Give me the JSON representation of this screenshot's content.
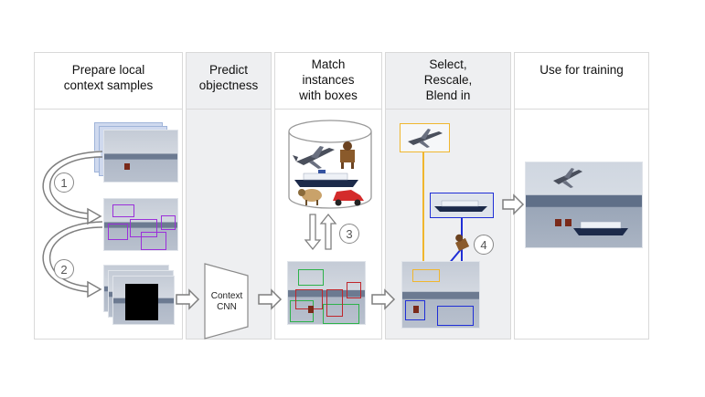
{
  "columns": [
    {
      "title": "Prepare local\ncontext samples"
    },
    {
      "title": "Predict\nobjectness"
    },
    {
      "title": "Match\ninstances\nwith boxes"
    },
    {
      "title": "Select,\nRescale,\nBlend in"
    },
    {
      "title": "Use for training"
    }
  ],
  "cnn": {
    "label": "Context\nCNN"
  },
  "steps": [
    "1",
    "2",
    "3",
    "4"
  ],
  "colors": {
    "purple_box": "#9b30d9",
    "green_box": "#2db24a",
    "red_box": "#c0262c",
    "blue_box": "#1f2ed6",
    "yellow_box": "#f0b62e",
    "column_border": "#d9d9d9",
    "column_shade": "#eeeff1",
    "arrow": "#7f7f7f"
  },
  "icons": [
    "airplane-icon",
    "dog-icon",
    "ship-icon",
    "sheep-icon",
    "car-icon",
    "database-cylinder-icon",
    "boat-icon"
  ]
}
